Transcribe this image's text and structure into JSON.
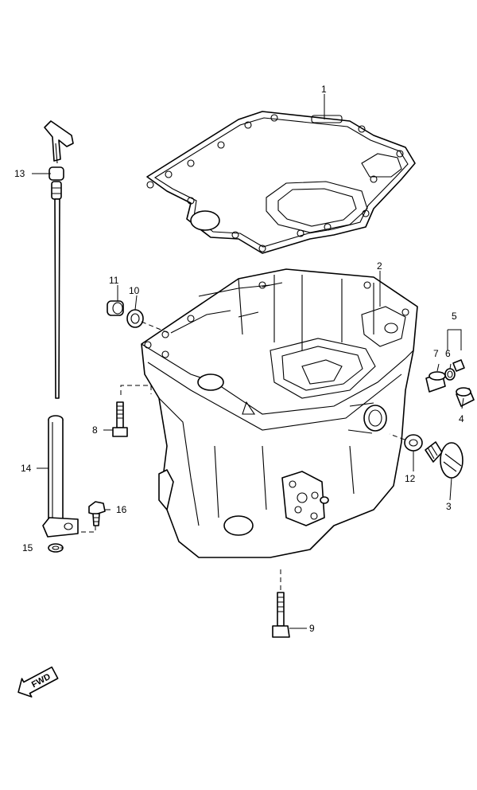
{
  "callouts": {
    "c1": "1",
    "c2": "2",
    "c3": "3",
    "c4": "4",
    "c5": "5",
    "c6": "6",
    "c7": "7",
    "c8": "8",
    "c9": "9",
    "c10": "10",
    "c11": "11",
    "c12": "12",
    "c13": "13",
    "c14": "14",
    "c15": "15",
    "c16": "16"
  },
  "fwd_label": "FWD"
}
